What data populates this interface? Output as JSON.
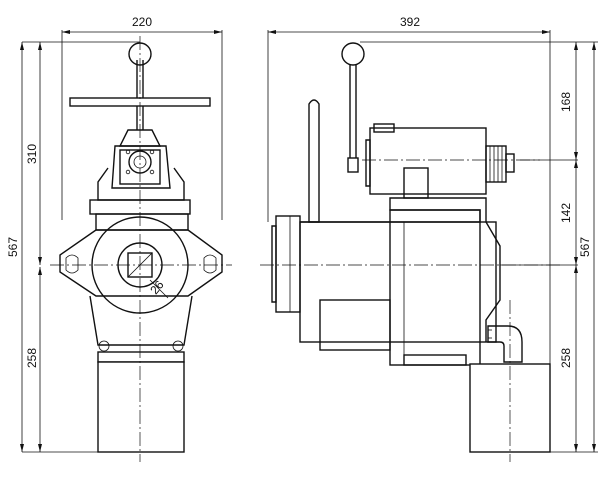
{
  "drawing": {
    "front_view": {
      "dim_width": "220",
      "dim_upper": "310",
      "dim_total": "567",
      "dim_lower": "258",
      "diameter_label": "26"
    },
    "side_view": {
      "dim_width": "392",
      "dim_top": "168",
      "dim_mid": "142",
      "dim_total": "567",
      "dim_lower": "258"
    },
    "colors": {
      "line": "#111111",
      "background": "#ffffff"
    }
  }
}
